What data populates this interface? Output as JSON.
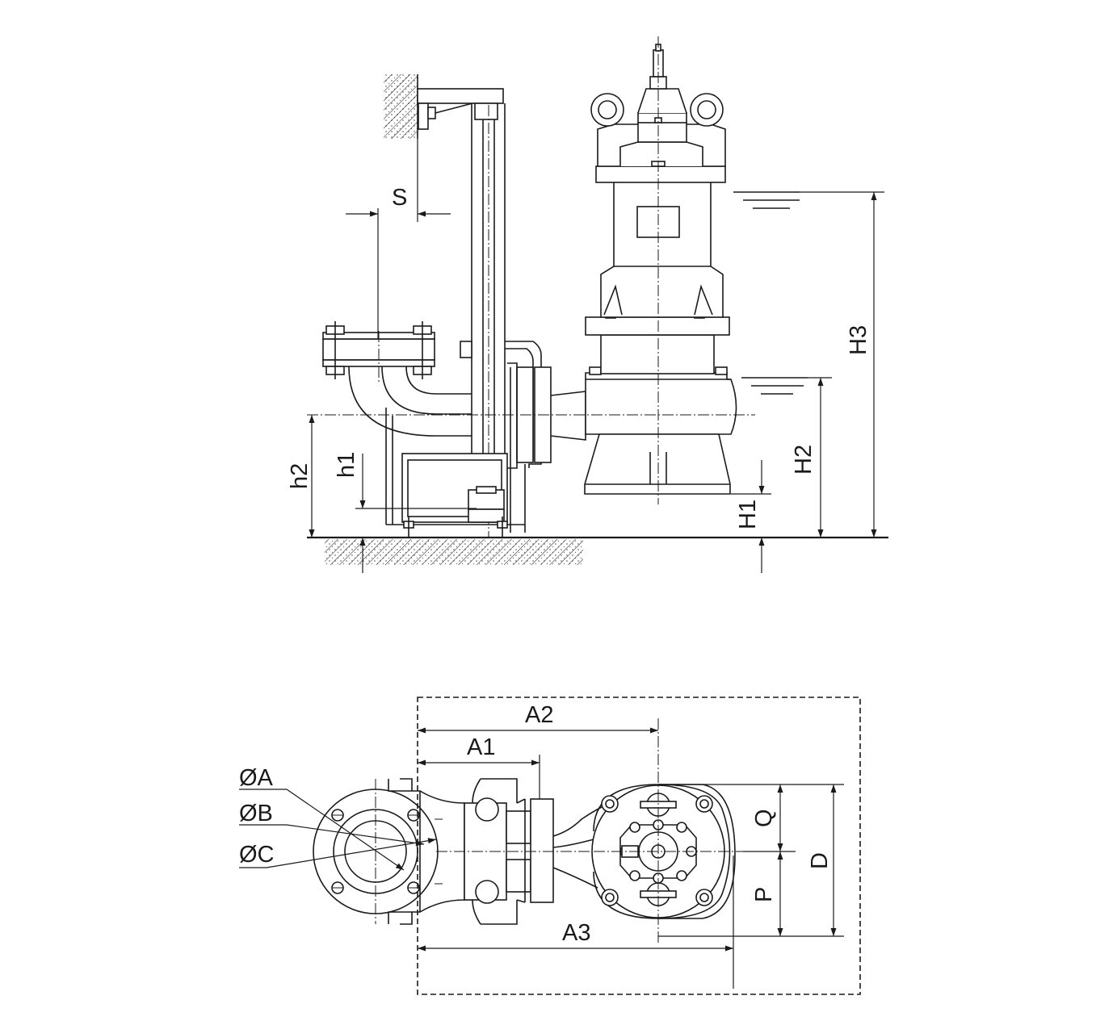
{
  "labels": {
    "S": "S",
    "h1": "h1",
    "h2": "h2",
    "H1": "H1",
    "H2": "H2",
    "H3": "H3",
    "A1": "A1",
    "A2": "A2",
    "A3": "A3",
    "OA": "ØA",
    "OB": "ØB",
    "OC": "ØC",
    "Q": "Q",
    "P": "P",
    "D": "D"
  },
  "colors": {
    "line": "#1a1a1a",
    "background": "#ffffff"
  }
}
